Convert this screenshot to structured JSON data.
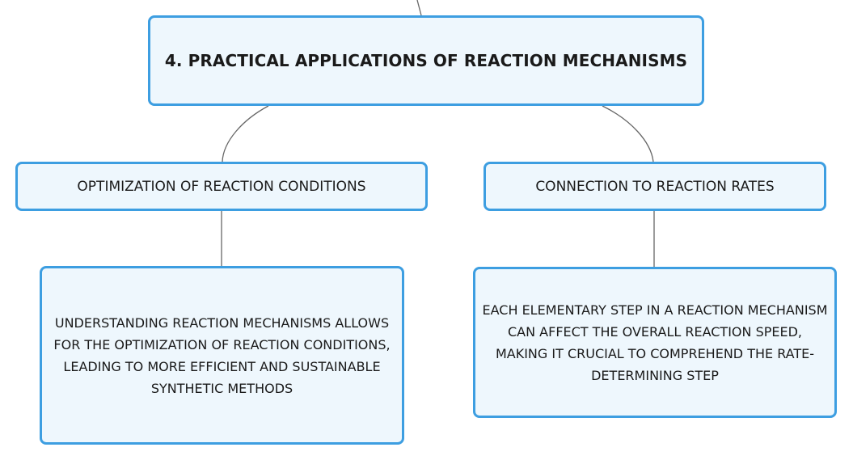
{
  "colors": {
    "node_fill": "#eef7fd",
    "node_border": "#3d9ee1",
    "connector": "#666666",
    "text": "#1a1a1a"
  },
  "root": {
    "title": "4. PRACTICAL APPLICATIONS OF REACTION MECHANISMS"
  },
  "branches": [
    {
      "title": "OPTIMIZATION OF REACTION CONDITIONS",
      "detail": "UNDERSTANDING REACTION MECHANISMS ALLOWS FOR THE OPTIMIZATION OF REACTION CONDITIONS, LEADING TO MORE EFFICIENT AND SUSTAINABLE SYNTHETIC METHODS"
    },
    {
      "title": "CONNECTION TO REACTION RATES",
      "detail": "EACH ELEMENTARY STEP IN A REACTION MECHANISM CAN AFFECT THE OVERALL REACTION SPEED, MAKING IT CRUCIAL TO COMPREHEND THE RATE-DETERMINING STEP"
    }
  ]
}
